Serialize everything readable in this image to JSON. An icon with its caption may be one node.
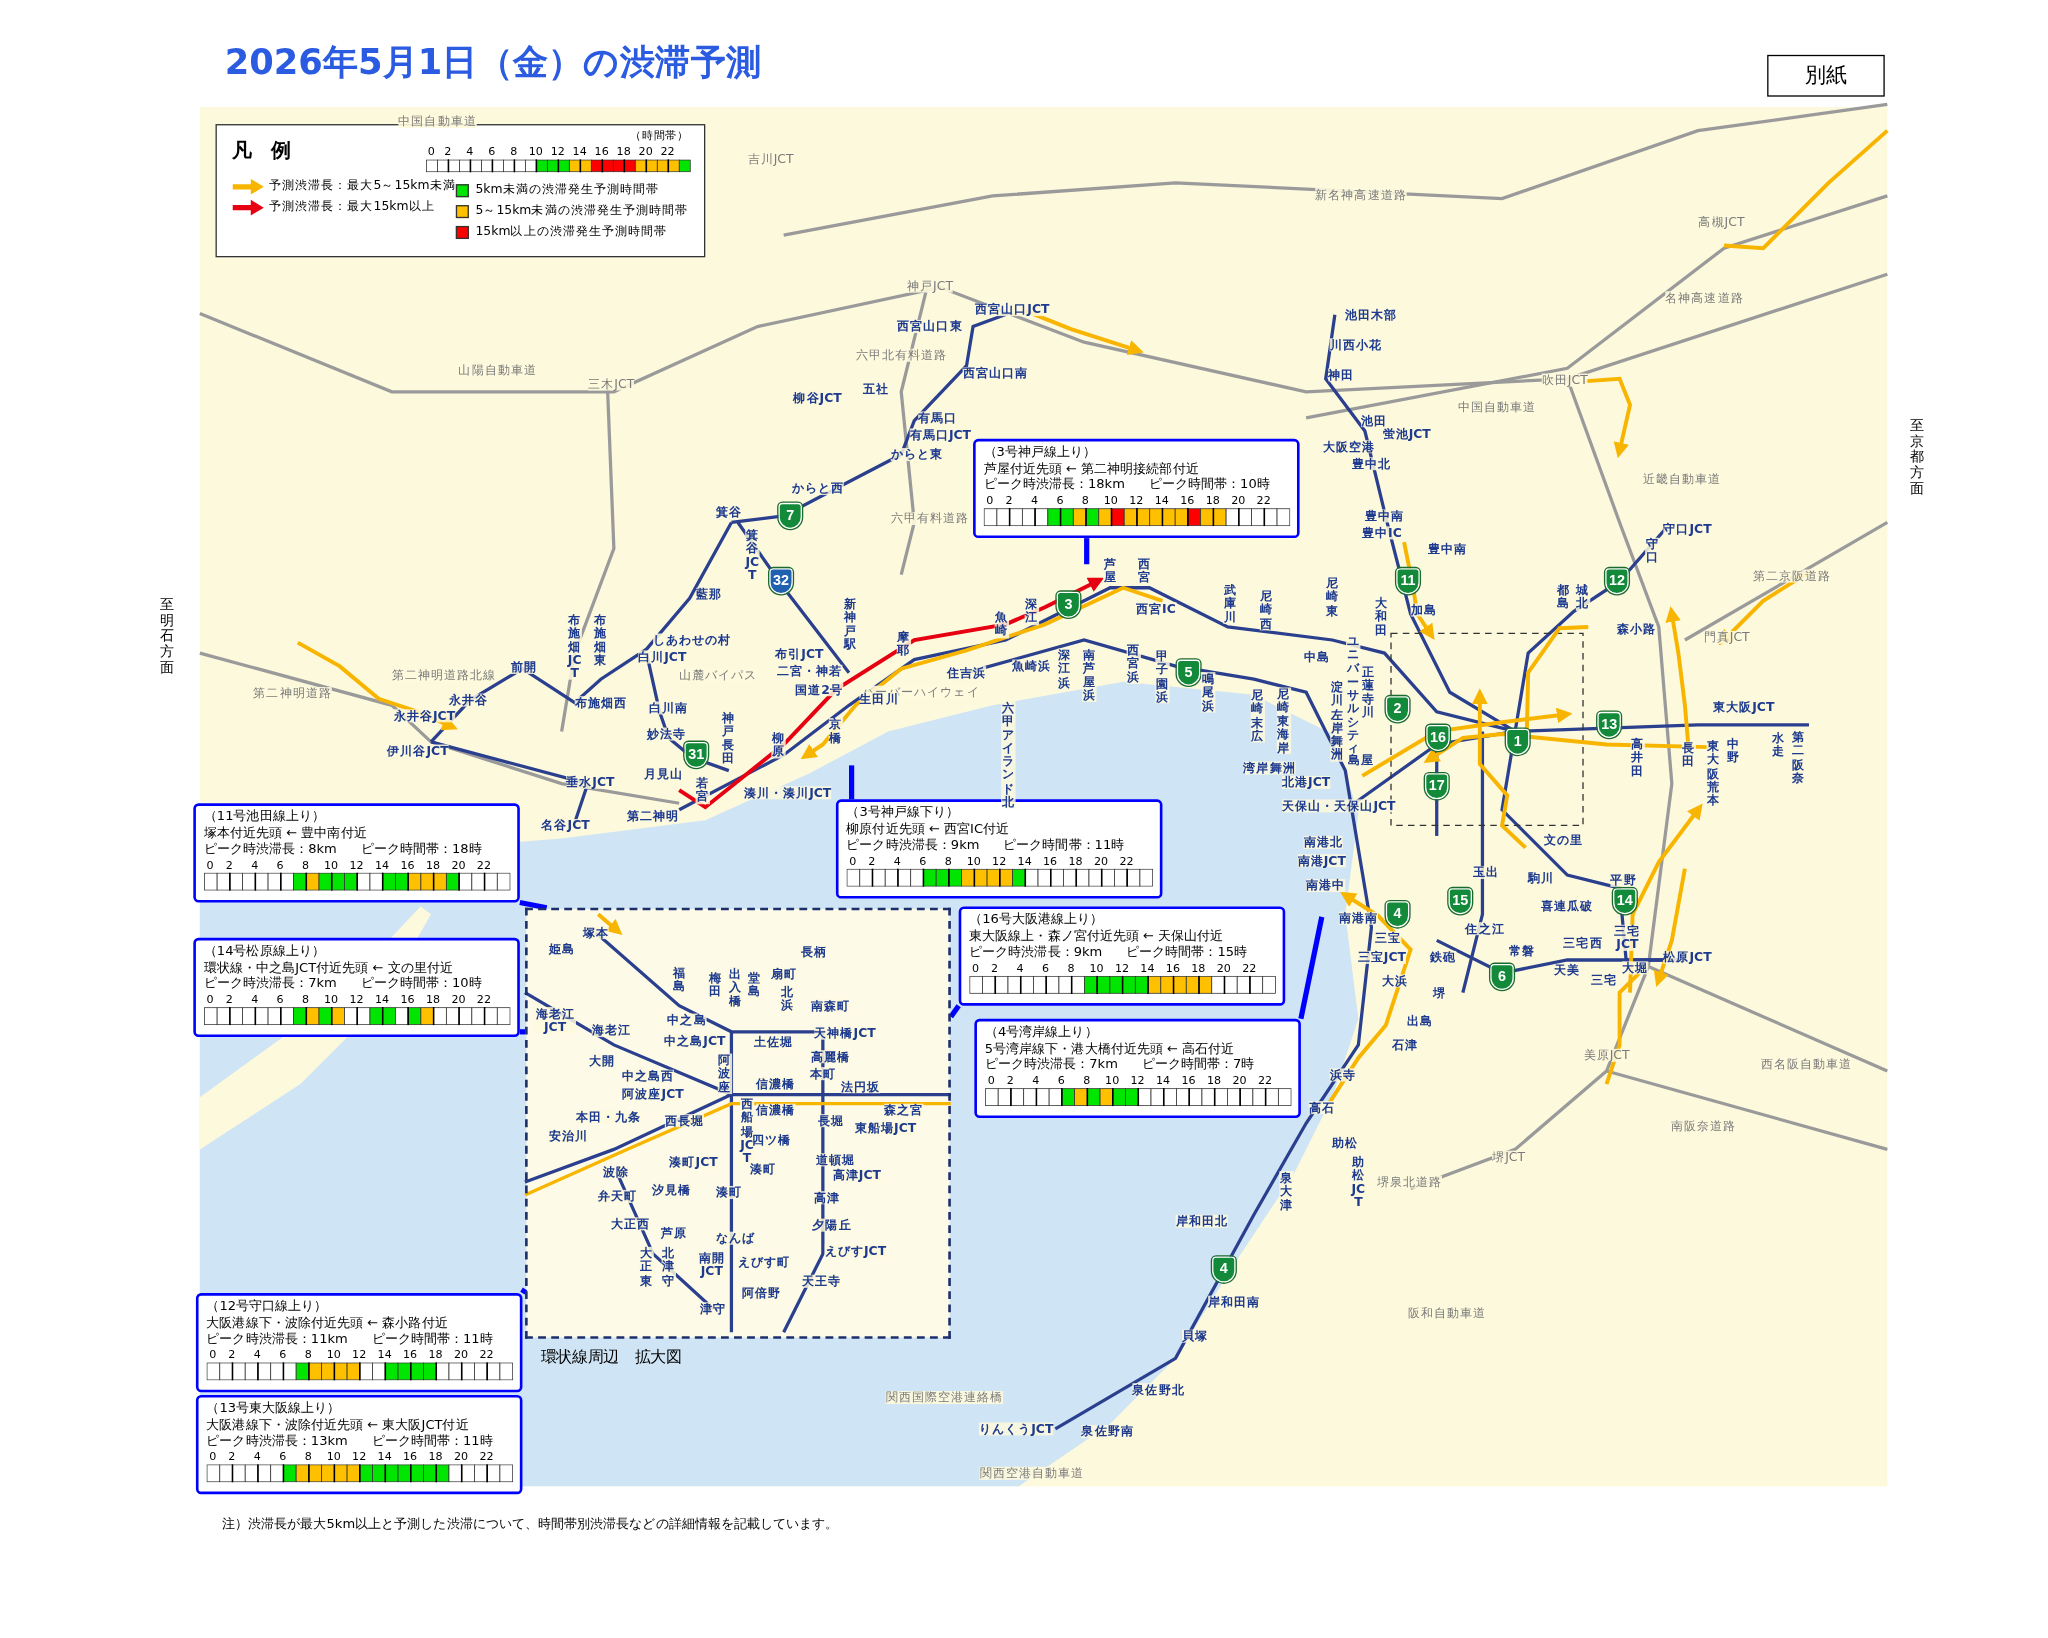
{
  "diagram": {
    "title": "2026年5月1日（金）の渋滞予測",
    "caption": "注）渋滞長が最大5km以上と予測した渋滞について、時間帯別渋滞長などの詳細情報を記載しています。",
    "nodes": [
      {
        "text": [
          "別紙"
        ]
      },
      {
        "text": [
          "（3号神戸線上り）",
          "芦屋付近先頭 ← 第二神明接続部付近",
          "ピーク時渋滞長：18km ピーク時間帯：10時",
          "0 2 4 6 8 10 12 14 16 18 20 22"
        ]
      },
      {
        "text": [
          "（11号池田線上り）",
          "塚本付近先頭 ← 豊中南付近",
          "ピーク時渋滞長：8km ピーク時間帯：18時",
          "0 2 4 6 8 10 12 14 16 18 20 22"
        ]
      },
      {
        "text": [
          "（3号神戸線下り）",
          "柳原付近先頭 ← 西宮IC付近",
          "ピーク時渋滞長：9km ピーク時間帯：11時",
          "0 2 4 6 8 10 12 14 16 18 20 22"
        ]
      },
      {
        "text": [
          "（14号松原線上り）",
          "環状線・中之島JCT付近先頭 ← 文の里付近",
          "ピーク時渋滞長：7km ピーク時間帯：10時",
          "0 2 4 6 8 10 12 14 16 18 20 22"
        ]
      },
      {
        "text": [
          "（16号大阪港線上り）",
          "東大阪線上・森ノ宮付近先頭 ← 天保山付近",
          "ピーク時渋滞長：9km ピーク時間帯：15時",
          "0 2 4 6 8 10 12 14 16 18 20 22"
        ]
      },
      {
        "text": [
          "（4号湾岸線上り）",
          "5号湾岸線下・港大橋付近先頭 ← 高石付近",
          "ピーク時渋滞長：7km ピーク時間帯：7時",
          "0 2 4 6 8 10 12 14 16 18 20 22"
        ]
      },
      {
        "text": [
          "（12号守口線上り）",
          "大阪港線下・波除付近先頭 ← 森小路付近",
          "ピーク時渋滞長：11km ピーク時間帯：11時",
          "0 2 4 6 8 10 12 14 16 18 20 22"
        ]
      },
      {
        "text": [
          "（13号東大阪線上り）",
          "大阪港線下・波除付近先頭 ← 東大阪JCT付近",
          "ピーク時渋滞長：13km ピーク時間帯：11時",
          "0 2 4 6 8 10 12 14 16 18 20 22"
        ]
      },
      {
        "text": [
          "環状線周辺　拡大図"
        ]
      },
      {
        "text": [
          "7"
        ]
      },
      {
        "text": [
          "32"
        ]
      },
      {
        "text": [
          "11"
        ]
      },
      {
        "text": [
          "12"
        ]
      },
      {
        "text": [
          "3"
        ]
      },
      {
        "text": [
          "5"
        ]
      },
      {
        "text": [
          "2"
        ]
      },
      {
        "text": [
          "13"
        ]
      },
      {
        "text": [
          "16"
        ]
      },
      {
        "text": [
          "1"
        ]
      },
      {
        "text": [
          "31"
        ]
      },
      {
        "text": [
          "17"
        ]
      },
      {
        "text": [
          "15"
        ]
      },
      {
        "text": [
          "14"
        ]
      },
      {
        "text": [
          "4"
        ]
      },
      {
        "text": [
          "6"
        ]
      },
      {
        "text": [
          "4"
        ]
      }
    ],
    "edges": [
      {
        "from": 1,
        "to": null,
        "arrow": "none"
      },
      {
        "from": 2,
        "to": 9,
        "arrow": "none"
      },
      {
        "from": 3,
        "to": null,
        "arrow": "none"
      },
      {
        "from": 4,
        "to": 9,
        "arrow": "none"
      },
      {
        "from": 5,
        "to": 9,
        "arrow": "none"
      },
      {
        "from": 6,
        "to": null,
        "arrow": "none"
      },
      {
        "from": 7,
        "to": 9,
        "arrow": "none"
      }
    ],
    "labels": [
      "凡　例",
      "（時間帯）",
      "0 2 4 6 8 10 12 14 16 18 20 22",
      "至明石方面",
      "至京都方面",
      "中国自動車道",
      "吉川JCT",
      "新名神高速道路",
      "高槻JCT",
      "神戸JCT",
      "名神高速道路",
      "六甲北有料道路",
      "山陽自動車道",
      "三木JCT",
      "吹田JCT",
      "中国自動車道",
      "近畿自動車道",
      "六甲有料道路",
      "第二京阪道路",
      "門真JCT",
      "第二神明道路北線",
      "山麓バイパス",
      "第二神明道路",
      "ハーバーハイウェイ",
      "美原JCT",
      "西名阪自動車道",
      "南阪奈道路",
      "堺JCT",
      "堺泉北道路",
      "阪和自動車道",
      "関西国際空港連絡橋",
      "関西空港自動車道",
      "西宮山口JCT",
      "西宮山口東",
      "西宮山口南",
      "五社",
      "柳谷JCT",
      "有馬口",
      "有馬口JCT",
      "からと東",
      "からと西",
      "箕谷",
      "箕谷JCT",
      "藍那",
      "布施畑JCT",
      "布施畑東",
      "しあわせの村",
      "新神戸駅",
      "白川JCT",
      "布引JCT",
      "前開",
      "二宮・神若",
      "国道2号",
      "摩耶",
      "魚崎",
      "深江",
      "芦屋",
      "西宮",
      "西宮IC",
      "住吉浜",
      "魚崎浜",
      "深江浜",
      "南芦屋浜",
      "西宮浜",
      "甲子園浜",
      "鳴尾浜",
      "武庫川",
      "尼崎西",
      "尼崎東",
      "大和田",
      "中島",
      "ユニバーサルシティ",
      "正蓮寺川",
      "尼崎末広",
      "尼崎東海岸",
      "淀川左岸舞洲",
      "永井谷",
      "布施畑西",
      "白川南",
      "永井谷JCT",
      "生田川",
      "六甲アイランド北",
      "妙法寺",
      "神戸長田",
      "柳原",
      "京橋",
      "伊川谷JCT",
      "湾岸舞洲",
      "島屋",
      "月見山",
      "北港JCT",
      "垂水JCT",
      "若宮",
      "湊川・湊川JCT",
      "天保山・天保山JCT",
      "第二神明",
      "名谷JCT",
      "池田木部",
      "川西小花",
      "神田",
      "池田",
      "蛍池JCT",
      "大阪空港",
      "豊中北",
      "豊中南",
      "豊中IC",
      "守口JCT",
      "豊中南",
      "守口",
      "都島",
      "城北",
      "加島",
      "森小路",
      "東大阪JCT",
      "高井田",
      "長田",
      "中野",
      "水走",
      "第二阪奈",
      "東大阪荒本",
      "文の里",
      "南港北",
      "南港JCT",
      "玉出",
      "駒川",
      "平野",
      "南港中",
      "喜連瓜破",
      "南港南",
      "住之江",
      "三宅JCT",
      "三宝",
      "三宅西",
      "常磐",
      "鉄砲",
      "三宝JCT",
      "松原JCT",
      "天美",
      "大堀",
      "三宅",
      "大浜",
      "堺",
      "出島",
      "石津",
      "浜寺",
      "高石",
      "助松",
      "助松JCT",
      "泉大津",
      "岸和田北",
      "岸和田南",
      "貝塚",
      "泉佐野北",
      "りんくうJCT",
      "泉佐野南",
      "塚本",
      "長柄",
      "姫島",
      "扇町",
      "福島",
      "梅田",
      "出入橋",
      "堂島",
      "北浜",
      "南森町",
      "海老江",
      "海老江JCT",
      "中之島",
      "天神橋JCT",
      "中之島JCT",
      "土佐堀",
      "高麗橋",
      "大開",
      "阿波座",
      "本町",
      "中之島西",
      "信濃橋",
      "法円坂",
      "阿波座JCT",
      "信濃橋",
      "森之宮",
      "本田・九条",
      "西長堀",
      "長堀",
      "西船場JCT",
      "東船場JCT",
      "安治川",
      "四ツ橋",
      "道頓堀",
      "湊町JCT",
      "湊町",
      "波除",
      "高津JCT",
      "汐見橋",
      "湊町",
      "弁天町",
      "高津",
      "大正西",
      "夕陽丘",
      "芦原",
      "なんば",
      "えびすJCT",
      "えびす町",
      "大正東",
      "北津守",
      "南開JCT",
      "天王寺",
      "阿倍野",
      "津守"
    ],
    "legend": [
      {
        "text": "予測渋滞長：最大5～15km未満"
      },
      {
        "text": "予測渋滞長：最大15km以上"
      },
      {
        "text": "5km未満の渋滞発生予測時間帯",
        "color": "#00e600"
      },
      {
        "text": "5～15km未満の渋滞発生予測時間帯",
        "color": "#ffc000"
      },
      {
        "text": "15km以上の渋滞発生予測時間帯",
        "color": "#ff0000"
      }
    ]
  }
}
